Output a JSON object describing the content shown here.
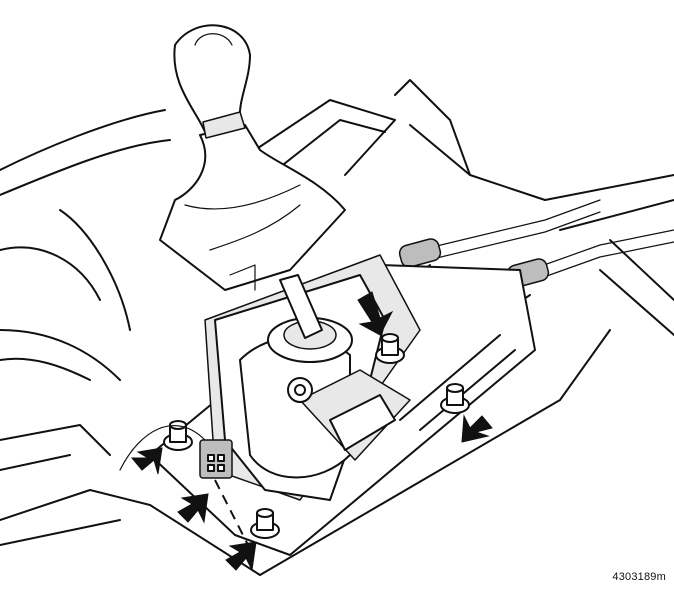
{
  "figure": {
    "reference_code": "4303189m"
  },
  "components": {
    "gear_knob": "gear-knob",
    "gear_boot": "gear-boot",
    "shift_lever": "shift-lever",
    "shifter_housing": "shifter-housing",
    "shift_cables": "shift-cables",
    "mounting_bolts": "mounting-bolts",
    "electrical_connector": "electrical-connector"
  },
  "callouts": {
    "count": 5
  }
}
